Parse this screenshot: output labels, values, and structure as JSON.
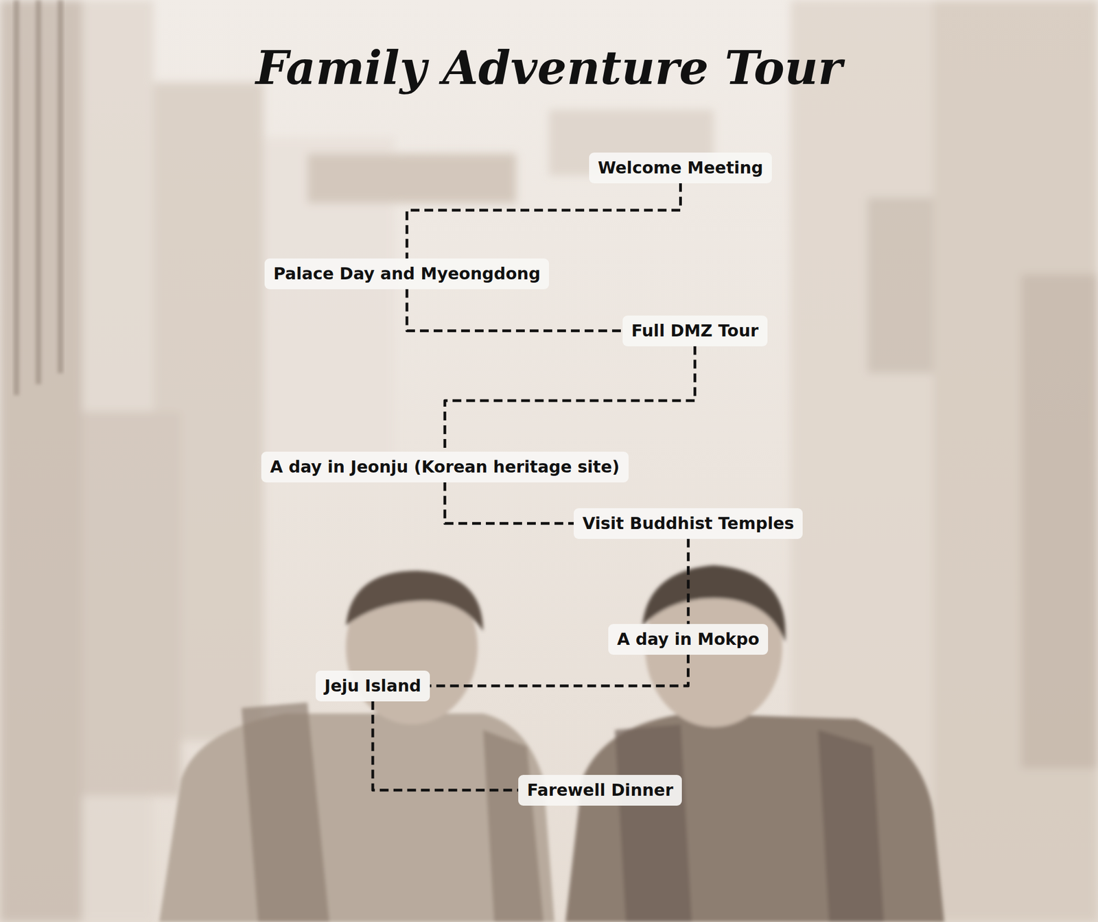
{
  "diagram": {
    "title": "Family Adventure Tour",
    "nodes": [
      {
        "text": [
          "Welcome Meeting"
        ]
      },
      {
        "text": [
          "Palace Day and Myeongdong"
        ]
      },
      {
        "text": [
          "Full DMZ Tour"
        ]
      },
      {
        "text": [
          "A day in Jeonju (Korean heritage site)"
        ]
      },
      {
        "text": [
          "Visit Buddhist Temples"
        ]
      },
      {
        "text": [
          "A day in Mokpo"
        ]
      },
      {
        "text": [
          "Jeju Island"
        ]
      },
      {
        "text": [
          "Farewell Dinner"
        ]
      }
    ],
    "edges": [
      {
        "from": 0,
        "to": 1,
        "arrow": "none"
      },
      {
        "from": 1,
        "to": 2,
        "arrow": "none"
      },
      {
        "from": 2,
        "to": 3,
        "arrow": "none"
      },
      {
        "from": 3,
        "to": 4,
        "arrow": "none"
      },
      {
        "from": 4,
        "to": 5,
        "arrow": "none"
      },
      {
        "from": 5,
        "to": 6,
        "arrow": "none"
      },
      {
        "from": 6,
        "to": 7,
        "arrow": "none"
      }
    ]
  }
}
